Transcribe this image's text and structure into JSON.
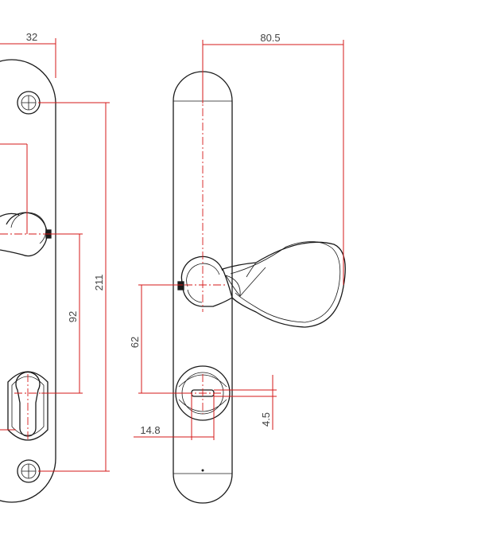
{
  "colors": {
    "dimension": "#d61a1a",
    "outline": "#1a1a1a",
    "background": "#ffffff"
  },
  "dimensions": {
    "top_width": "32",
    "handle_projection": "80.5",
    "overall_length": "211",
    "handle_to_cylinder": "92",
    "handle_to_spindle": "62",
    "spindle_offset": "14.8",
    "spindle_slot": "4.5"
  }
}
